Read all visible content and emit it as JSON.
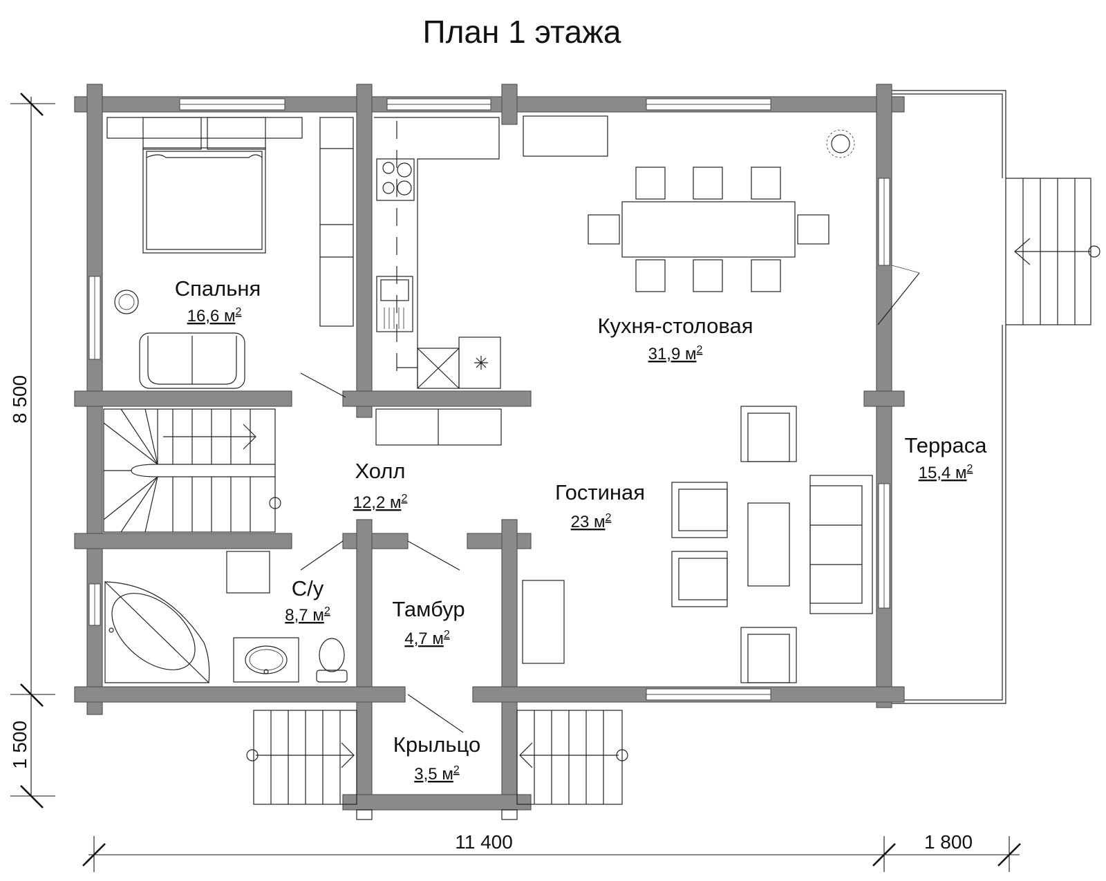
{
  "title": "План 1 этажа",
  "rooms": [
    {
      "name": "Спальня",
      "area": "16,6 м",
      "sup": "2"
    },
    {
      "name": "Кухня-столовая",
      "area": "31,9 м",
      "sup": "2"
    },
    {
      "name": "Холл",
      "area": "12,2 м",
      "sup": "2"
    },
    {
      "name": "Гостиная",
      "area": "23 м",
      "sup": "2"
    },
    {
      "name": "Терраса",
      "area": "15,4 м",
      "sup": "2"
    },
    {
      "name": "С/у",
      "area": "8,7 м",
      "sup": "2"
    },
    {
      "name": "Тамбур",
      "area": "4,7 м",
      "sup": "2"
    },
    {
      "name": "Крыльцо",
      "area": "3,5 м",
      "sup": "2"
    }
  ],
  "dimensions": {
    "height_main": "8 500",
    "height_porch": "1 500",
    "width_main": "11 400",
    "width_terrace": "1 800"
  }
}
